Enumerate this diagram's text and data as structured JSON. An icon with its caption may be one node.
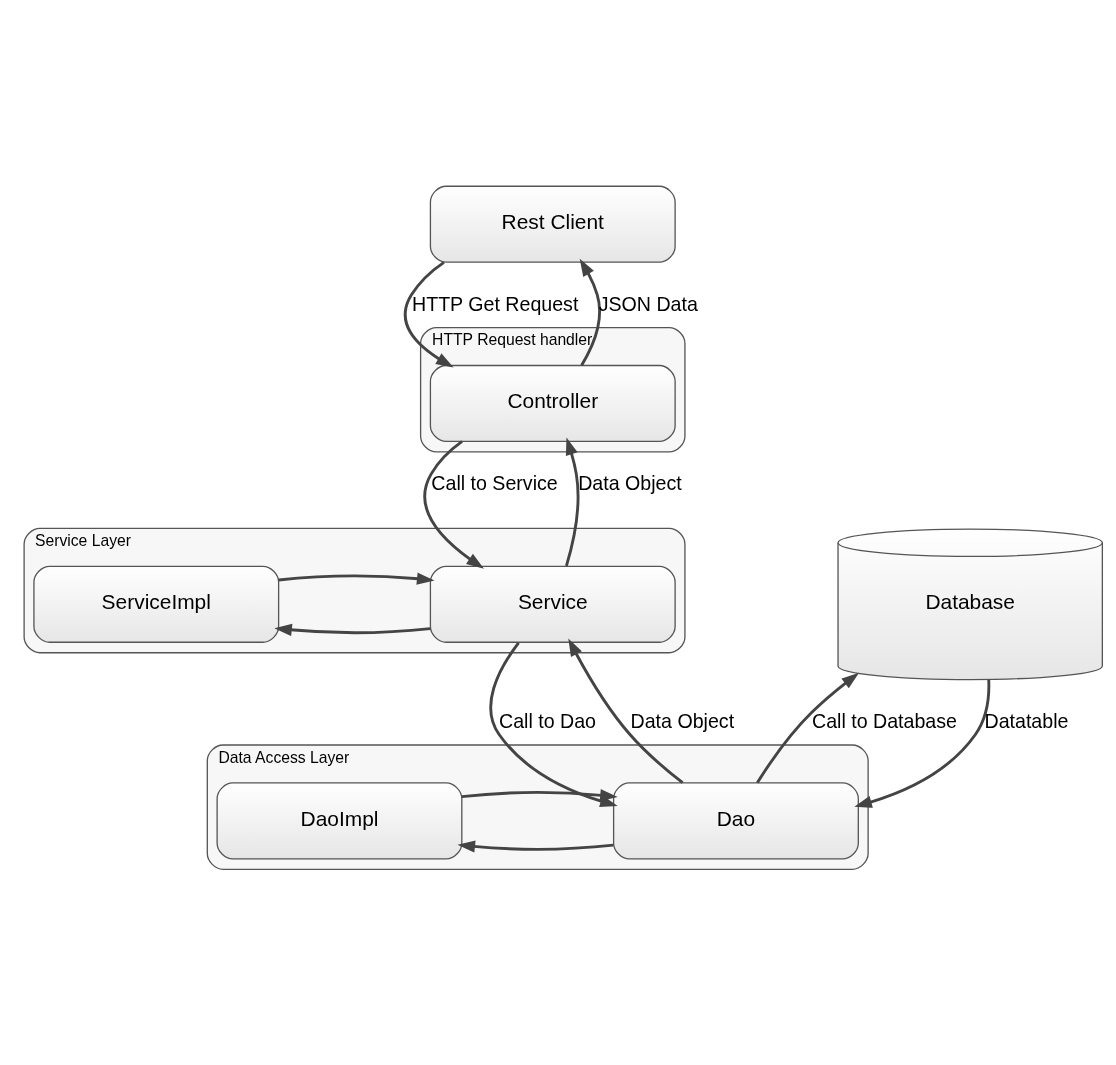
{
  "diagram": {
    "nodes": [
      {
        "text": [
          "Rest Client"
        ]
      },
      {
        "text": [
          "HTTP Request handler"
        ]
      },
      {
        "text": [
          "Controller"
        ],
        "in": 1
      },
      {
        "text": [
          "Service Layer"
        ]
      },
      {
        "text": [
          "Service"
        ],
        "in": 3
      },
      {
        "text": [
          "ServiceImpl"
        ],
        "in": 3
      },
      {
        "text": [
          "Data Access Layer"
        ]
      },
      {
        "text": [
          "Dao"
        ],
        "in": 6
      },
      {
        "text": [
          "DaoImpl"
        ],
        "in": 6
      },
      {
        "text": [
          "Database"
        ]
      }
    ],
    "edges": [
      {
        "from": 2,
        "to": 0,
        "arrow": "to",
        "label": "JSON Data"
      },
      {
        "from": 0,
        "to": 2,
        "arrow": "to",
        "label": "HTTP Get Request"
      },
      {
        "from": 4,
        "to": 2,
        "arrow": "to",
        "label": "Data Object"
      },
      {
        "from": 2,
        "to": 4,
        "arrow": "to",
        "label": "Call to Service"
      },
      {
        "from": 4,
        "to": 5,
        "arrow": "to"
      },
      {
        "from": 5,
        "to": 4,
        "arrow": "to"
      },
      {
        "from": 7,
        "to": 4,
        "arrow": "to",
        "label": "Data Object"
      },
      {
        "from": 4,
        "to": 7,
        "arrow": "to",
        "label": "Call to Dao"
      },
      {
        "from": 7,
        "to": 8,
        "arrow": "to"
      },
      {
        "from": 8,
        "to": 7,
        "arrow": "to"
      },
      {
        "from": 9,
        "to": 7,
        "arrow": "to",
        "label": "Datatable"
      },
      {
        "from": 7,
        "to": 9,
        "arrow": "to",
        "label": "Call to Database"
      }
    ]
  }
}
